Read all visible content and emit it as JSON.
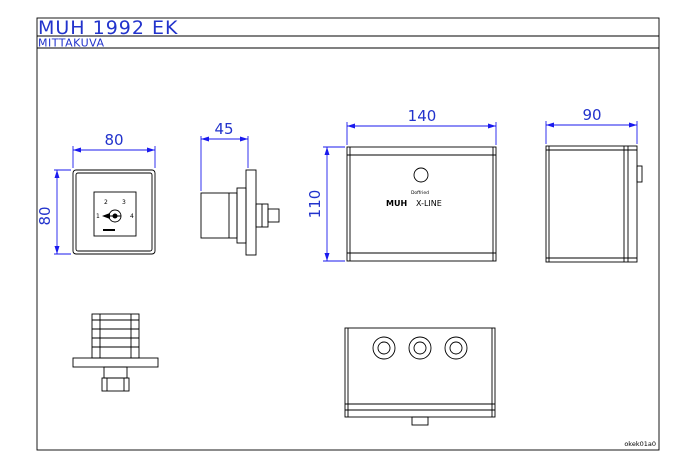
{
  "header": {
    "title": "MUH 1992 EK",
    "subtitle": "MITTAKUVA"
  },
  "dimensions": {
    "front_width": "80",
    "front_height": "80",
    "side_depth": "45",
    "box_width": "140",
    "box_height": "110",
    "box_depth": "90"
  },
  "switch_labels": {
    "pos1": "1",
    "pos2": "2",
    "pos3": "3",
    "pos4": "4"
  },
  "product": {
    "small_text": "Doffried",
    "brand": "MUH",
    "line": "X-LINE"
  },
  "drawing_code": "okek01a0",
  "colors": {
    "dimension": "#1a1aee",
    "title": "#2233cc",
    "line": "#000000"
  }
}
